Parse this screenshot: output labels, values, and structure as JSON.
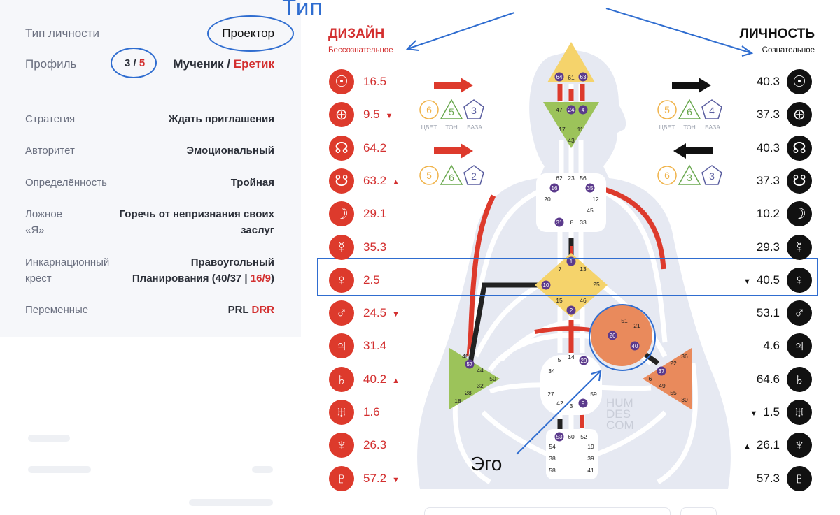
{
  "summary": {
    "type_label": "Тип личности",
    "type_value": "Проектор",
    "profile_label": "Профиль",
    "profile_a": "3",
    "profile_sep": "/",
    "profile_b": "5",
    "profile_name_a": "Мученик",
    "profile_name_sep": "/",
    "profile_name_b": "Еретик"
  },
  "details": [
    {
      "label": "Стратегия",
      "value": "Ждать приглашения"
    },
    {
      "label": "Авторитет",
      "value": "Эмоциональный"
    },
    {
      "label": "Определённость",
      "value": "Тройная"
    }
  ],
  "false_self": {
    "label_1": "Ложное",
    "label_2": "«Я»",
    "value_1": "Горечь от непризнания своих",
    "value_2": "заслуг"
  },
  "cross": {
    "label_1": "Инкарнационный",
    "label_2": "крест",
    "value_1": "Правоугольный",
    "value_2a": "Планирования (40/37 | ",
    "value_2b": "16/9",
    "value_2c": ")"
  },
  "variables": {
    "label": "Переменные",
    "value_a": "PRL ",
    "value_b": "DRR"
  },
  "annotations": {
    "type": "Тип",
    "ego": "Эго"
  },
  "design": {
    "title": "ДИЗАЙН",
    "subtitle": "Бессознательное",
    "planets": [
      {
        "icon": "sun-icon",
        "glyph": "☉",
        "value": "16.5",
        "mark": ""
      },
      {
        "icon": "earth-icon",
        "glyph": "⊕",
        "value": "9.5",
        "mark": "▼"
      },
      {
        "icon": "north-node-icon",
        "glyph": "☊",
        "value": "64.2",
        "mark": ""
      },
      {
        "icon": "south-node-icon",
        "glyph": "☋",
        "value": "63.2",
        "mark": "▲"
      },
      {
        "icon": "moon-icon",
        "glyph": "☽",
        "value": "29.1",
        "mark": ""
      },
      {
        "icon": "mercury-icon",
        "glyph": "☿",
        "value": "35.3",
        "mark": ""
      },
      {
        "icon": "venus-icon",
        "glyph": "♀",
        "value": "2.5",
        "mark": ""
      },
      {
        "icon": "mars-icon",
        "glyph": "♂",
        "value": "24.5",
        "mark": "▼"
      },
      {
        "icon": "jupiter-icon",
        "glyph": "♃",
        "value": "31.4",
        "mark": ""
      },
      {
        "icon": "saturn-icon",
        "glyph": "♄",
        "value": "40.2",
        "mark": "▲"
      },
      {
        "icon": "uranus-icon",
        "glyph": "♅",
        "value": "1.6",
        "mark": ""
      },
      {
        "icon": "neptune-icon",
        "glyph": "♆",
        "value": "26.3",
        "mark": ""
      },
      {
        "icon": "pluto-icon",
        "glyph": "♇",
        "value": "57.2",
        "mark": "▼"
      }
    ],
    "variables_top": [
      "6",
      "5",
      "3"
    ],
    "variables_bottom": [
      "5",
      "6",
      "2"
    ]
  },
  "personality": {
    "title": "ЛИЧНОСТЬ",
    "subtitle": "Сознательное",
    "planets": [
      {
        "icon": "sun-icon",
        "glyph": "☉",
        "value": "40.3",
        "mark": ""
      },
      {
        "icon": "earth-icon",
        "glyph": "⊕",
        "value": "37.3",
        "mark": ""
      },
      {
        "icon": "north-node-icon",
        "glyph": "☊",
        "value": "40.3",
        "mark": ""
      },
      {
        "icon": "south-node-icon",
        "glyph": "☋",
        "value": "37.3",
        "mark": ""
      },
      {
        "icon": "moon-icon",
        "glyph": "☽",
        "value": "10.2",
        "mark": ""
      },
      {
        "icon": "mercury-icon",
        "glyph": "☿",
        "value": "29.3",
        "mark": ""
      },
      {
        "icon": "venus-icon",
        "glyph": "♀",
        "value": "40.5",
        "mark": "▼"
      },
      {
        "icon": "mars-icon",
        "glyph": "♂",
        "value": "53.1",
        "mark": ""
      },
      {
        "icon": "jupiter-icon",
        "glyph": "♃",
        "value": "4.6",
        "mark": ""
      },
      {
        "icon": "saturn-icon",
        "glyph": "♄",
        "value": "64.6",
        "mark": ""
      },
      {
        "icon": "uranus-icon",
        "glyph": "♅",
        "value": "1.5",
        "mark": "▼"
      },
      {
        "icon": "neptune-icon",
        "glyph": "♆",
        "value": "26.1",
        "mark": "▲"
      },
      {
        "icon": "pluto-icon",
        "glyph": "♇",
        "value": "57.3",
        "mark": ""
      }
    ],
    "variables_top": [
      "5",
      "6",
      "4"
    ],
    "variables_bottom": [
      "6",
      "3",
      "3"
    ]
  },
  "variable_captions": [
    "ЦВЕТ",
    "ТОН",
    "БАЗА"
  ],
  "watermark": [
    "HUM",
    "DES",
    "COM"
  ],
  "colors": {
    "design": "#dd3a2c",
    "personality": "#111111",
    "annotation": "#2f6dd0",
    "center_yellow": "#f5d36b",
    "center_green": "#9cc35a",
    "center_orange": "#e98a5c",
    "gate_purple": "#5b3a8c"
  }
}
